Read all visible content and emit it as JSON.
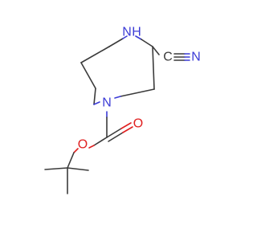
{
  "molecule": {
    "atoms": {
      "nh": {
        "symbol": "N",
        "hydrogen": "H",
        "color": "#3b3bd6"
      },
      "n_ring": {
        "symbol": "N",
        "color": "#3b3bd6"
      },
      "n_nitrile": {
        "symbol": "N",
        "color": "#3b3bd6"
      },
      "o_carbonyl": {
        "symbol": "O",
        "color": "#e02020"
      },
      "o_ester": {
        "symbol": "O",
        "color": "#e02020"
      },
      "c_nitrile": {
        "symbol": "C",
        "color": "#3b3b3b"
      }
    }
  }
}
